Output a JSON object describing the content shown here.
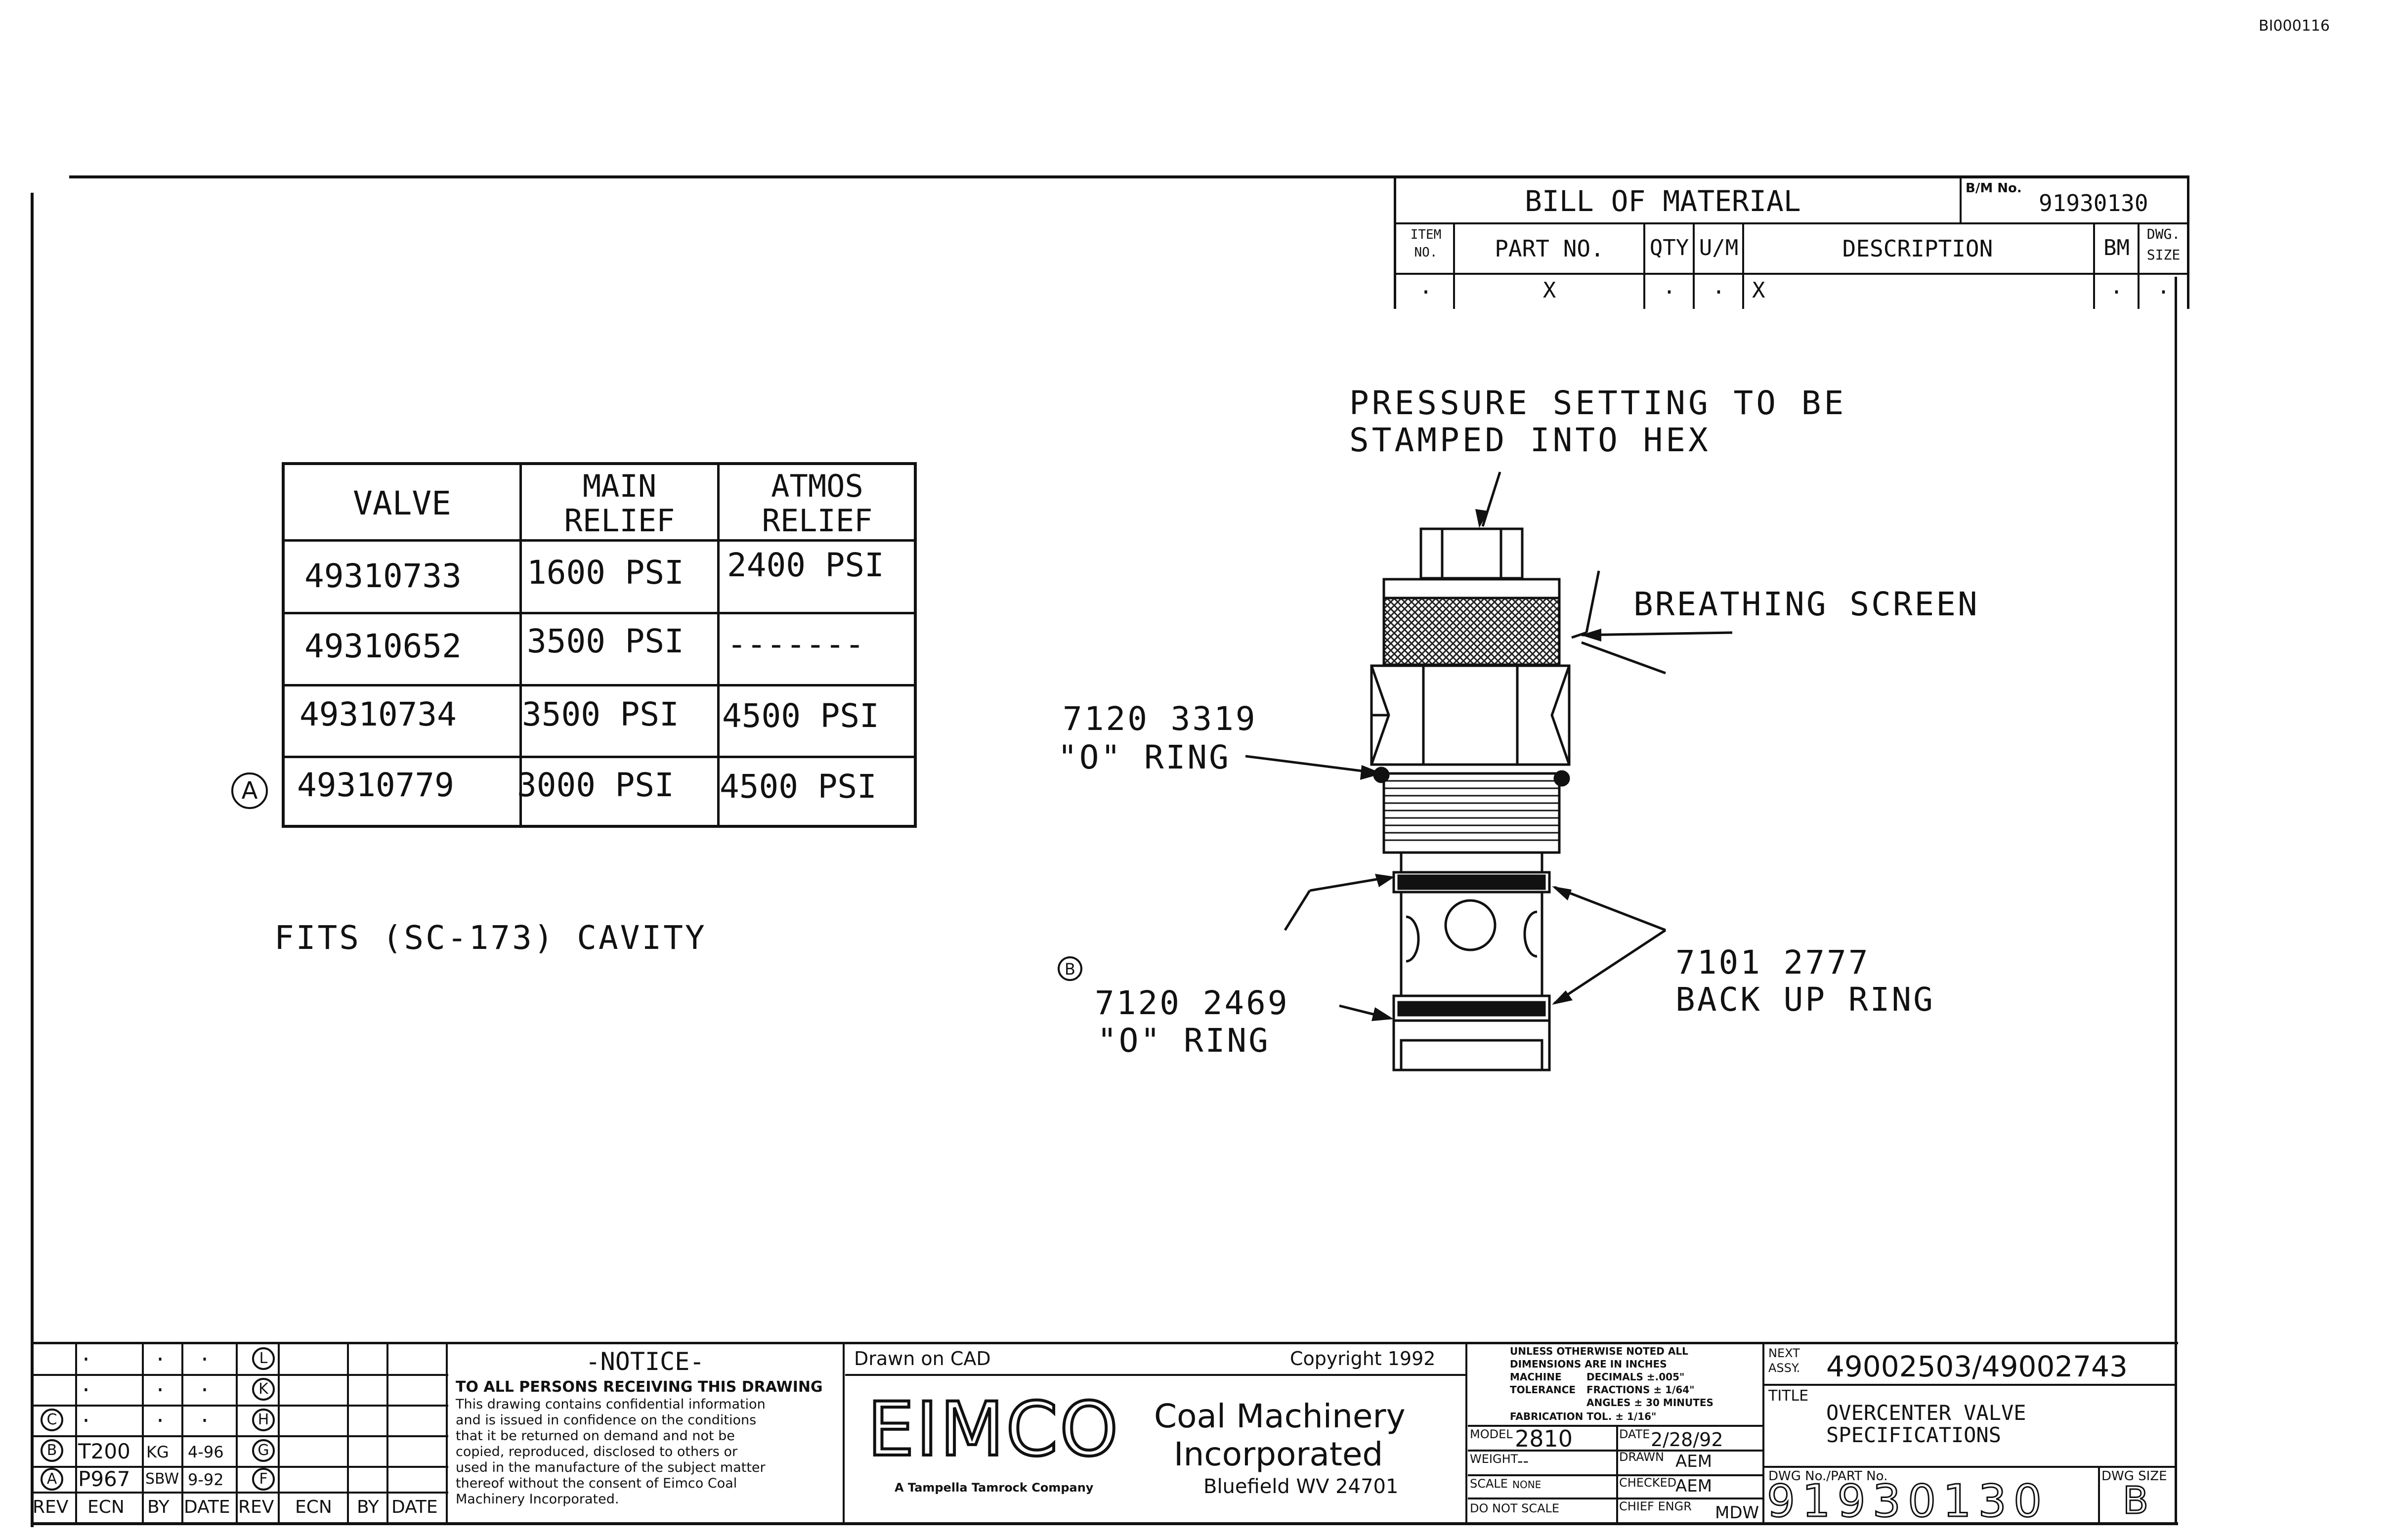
{
  "doc_id": "BI000116",
  "bom": {
    "title": "BILL OF MATERIAL",
    "bm_no_label": "B/M No.",
    "bm_no": "91930130",
    "headers": {
      "item_no_1": "ITEM",
      "item_no_2": "NO.",
      "part_no": "PART NO.",
      "qty": "QTY",
      "um": "U/M",
      "description": "DESCRIPTION",
      "bm": "BM",
      "dwg_size_1": "DWG.",
      "dwg_size_2": "SIZE"
    },
    "row": {
      "item": ".",
      "part_no": "X",
      "qty": ".",
      "um": ".",
      "description": "X",
      "bm": ".",
      "dwg_size": "."
    }
  },
  "valve_table": {
    "headers": {
      "valve": "VALVE",
      "main_1": "MAIN",
      "main_2": "RELIEF",
      "atmos_1": "ATMOS",
      "atmos_2": "RELIEF"
    },
    "rows": [
      {
        "valve": "49310733",
        "main": "1600 PSI",
        "atmos": "2400 PSI"
      },
      {
        "valve": "49310652",
        "main": "3500 PSI",
        "atmos": "-------"
      },
      {
        "valve": "49310734",
        "main": "3500 PSI",
        "atmos": "4500 PSI"
      },
      {
        "valve": "49310779",
        "main": "3000 PSI",
        "atmos": "4500 PSI"
      }
    ],
    "rev_marker": "A"
  },
  "fits_note": "FITS (SC-173) CAVITY",
  "callouts": {
    "pressure_1": "PRESSURE SETTING TO BE",
    "pressure_2": "STAMPED INTO HEX",
    "breathing": "BREATHING SCREEN",
    "oring1_1": "7120 3319",
    "oring1_2": "\"O\" RING",
    "oring2_marker": "B",
    "oring2_1": "7120 2469",
    "oring2_2": "\"O\" RING",
    "backup_1": "7101 2777",
    "backup_2": "BACK UP RING"
  },
  "revisions": {
    "rows": [
      {
        "rev": "",
        "ecn": ".",
        "by": ".",
        "date": ".",
        "rev2": "L"
      },
      {
        "rev": "",
        "ecn": ".",
        "by": ".",
        "date": ".",
        "rev2": "K"
      },
      {
        "rev": "C",
        "ecn": ".",
        "by": ".",
        "date": ".",
        "rev2": "H"
      },
      {
        "rev": "B",
        "ecn": "T200",
        "by": "KG",
        "date": "4-96",
        "rev2": "G"
      },
      {
        "rev": "A",
        "ecn": "P967",
        "by": "SBW",
        "date": "9-92",
        "rev2": "F"
      }
    ],
    "headers": {
      "rev": "REV",
      "ecn": "ECN",
      "by": "BY",
      "date": "DATE"
    }
  },
  "notice": {
    "title": "-NOTICE-",
    "line1": "TO ALL PERSONS RECEIVING THIS DRAWING",
    "lines": [
      "This drawing contains confidential information",
      "and is issued in confidence on the conditions",
      "that it be returned on demand and not be",
      "copied, reproduced, disclosed to others or",
      "used in the manufacture of the subject matter",
      "thereof without the consent of Eimco Coal",
      "Machinery Incorporated."
    ]
  },
  "company": {
    "drawn_on": "Drawn on CAD",
    "copyright": "Copyright 1992",
    "logo": "EIMCO",
    "name_1": "Coal Machinery",
    "name_2": "Incorporated",
    "tagline": "A Tampella Tamrock Company",
    "city": "Bluefield WV 24701"
  },
  "tolerances": {
    "l1": "UNLESS OTHERWISE NOTED ALL",
    "l2": "DIMENSIONS ARE IN INCHES",
    "l3a": "MACHINE",
    "l3b": "DECIMALS ±.005\"",
    "l4a": "TOLERANCE",
    "l4b": "FRACTIONS ± 1/64\"",
    "l5": "ANGLES ± 30 MINUTES",
    "l6": "FABRICATION TOL. ± 1/16\""
  },
  "titleblock": {
    "model_label": "MODEL",
    "model": "2810",
    "date_label": "DATE",
    "date": "2/28/92",
    "weight_label": "WEIGHT",
    "weight": "--",
    "drawn_label": "DRAWN",
    "drawn": "AEM",
    "scale_label": "SCALE",
    "scale": "NONE",
    "checked_label": "CHECKED",
    "checked": "AEM",
    "no_scale": "DO NOT SCALE",
    "chief_label": "CHIEF ENGR",
    "chief": "MDW",
    "next_label_1": "NEXT",
    "next_label_2": "ASSY.",
    "next_assy": "49002503/49002743",
    "title_label": "TITLE",
    "title_1": "OVERCENTER VALVE",
    "title_2": "SPECIFICATIONS",
    "dwg_label": "DWG No./PART No.",
    "dwg_no": "91930130",
    "size_label": "DWG SIZE",
    "size": "B"
  }
}
